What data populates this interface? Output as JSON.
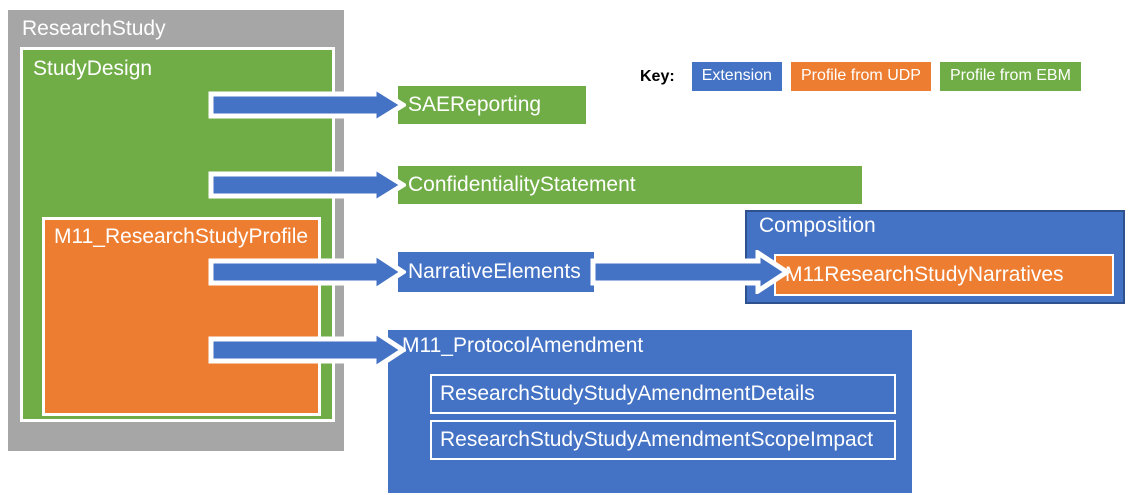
{
  "diagram": {
    "title_outer": "ResearchStudy",
    "title_green": "StudyDesign",
    "title_orange": "M11_ResearchStudyProfile"
  },
  "nodes": {
    "sae_reporting": "SAEReporting",
    "confidentiality_statement": "ConfidentialityStatement",
    "narrative_elements": "NarrativeElements",
    "protocol_amendment": "M11_ProtocolAmendment",
    "amendment_details": "ResearchStudyStudyAmendmentDetails",
    "amendment_scope_impact": "ResearchStudyStudyAmendmentScopeImpact",
    "composition": "Composition",
    "composition_inner": "M11ResearchStudyNarratives"
  },
  "key": {
    "label": "Key:",
    "items": [
      {
        "label": "Extension",
        "color": "#4472c4"
      },
      {
        "label": "Profile from UDP",
        "color": "#ed7d31"
      },
      {
        "label": "Profile from EBM",
        "color": "#70ad47"
      }
    ]
  },
  "colors": {
    "gray": "#a6a6a6",
    "green": "#70ad47",
    "orange": "#ed7d31",
    "blue": "#4472c4",
    "blue_border": "#2f528f",
    "white": "#ffffff"
  }
}
